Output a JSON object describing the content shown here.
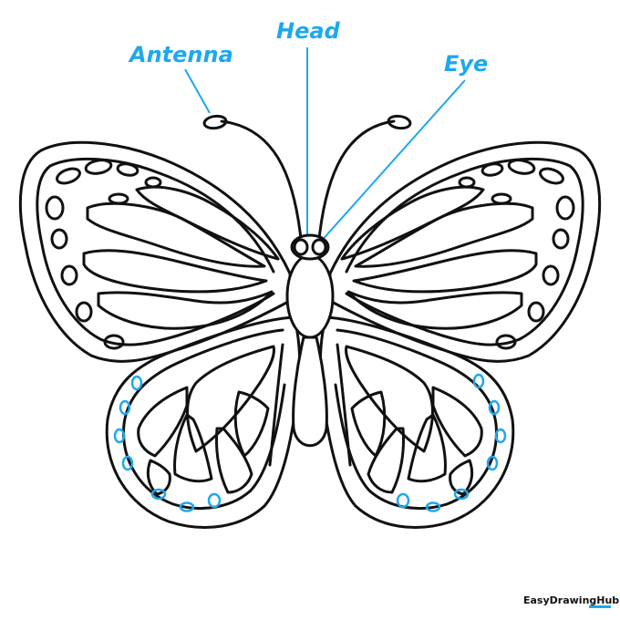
{
  "labels": {
    "antenna": "Antenna",
    "head": "Head",
    "eye": "Eye"
  },
  "watermark": "EasyDrawingHub.com",
  "colors": {
    "label": "#1ea8ec",
    "leader": "#1ea8ec",
    "outline": "#111111",
    "dots": "#1ea8ec",
    "background": "#ffffff"
  }
}
